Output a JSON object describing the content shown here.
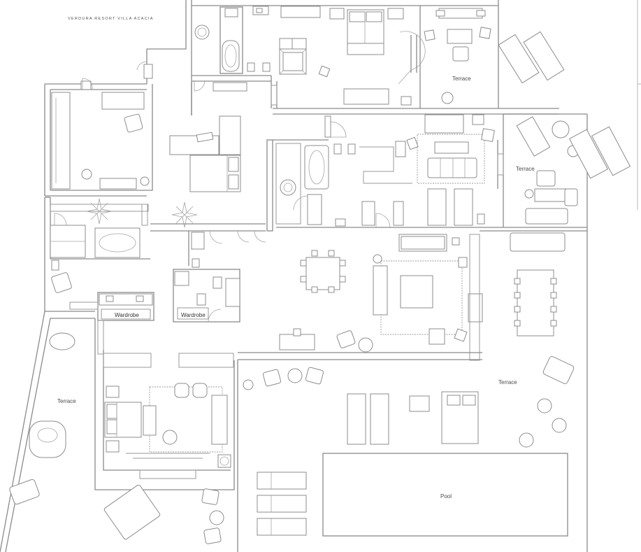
{
  "plan": {
    "title": "VERDURA RESORT VILLA ACACIA",
    "labels": {
      "terrace_top": "Terrace",
      "terrace_mid": "Terrace",
      "terrace_left": "Terrace",
      "terrace_right": "Terrace",
      "wardrobe_1": "Wardrobe",
      "wardrobe_2": "Wardrobe",
      "pool": "Pool"
    }
  }
}
